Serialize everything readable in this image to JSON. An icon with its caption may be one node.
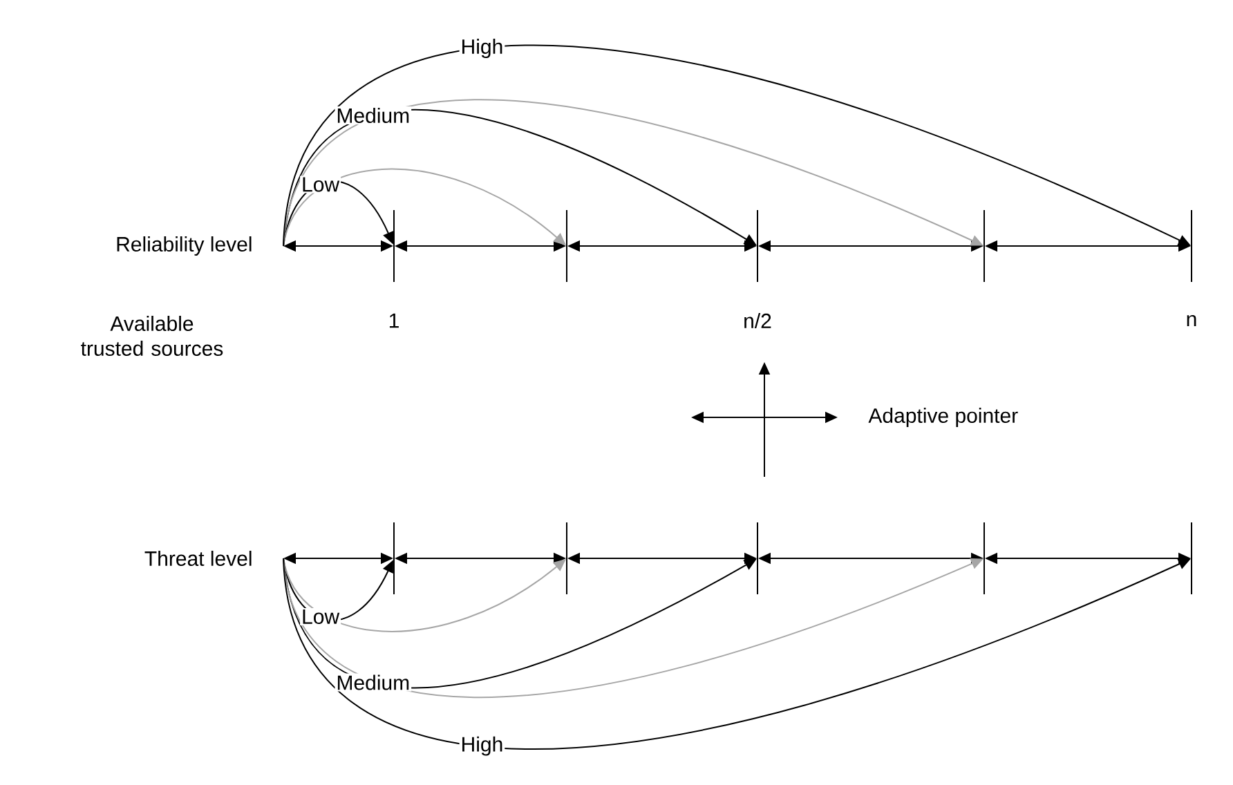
{
  "diagram": {
    "nodes": [
      {
        "text": [
          "Reliability level"
        ]
      },
      {
        "text": [],
        "shape": "bar"
      },
      {
        "text": [],
        "shape": "bar"
      },
      {
        "text": [],
        "shape": "bar"
      },
      {
        "text": [],
        "shape": "bar"
      },
      {
        "text": [],
        "shape": "bar"
      },
      {
        "text": [
          "Threat level"
        ]
      },
      {
        "text": [],
        "shape": "bar"
      },
      {
        "text": [],
        "shape": "bar"
      },
      {
        "text": [],
        "shape": "bar"
      },
      {
        "text": [],
        "shape": "bar"
      },
      {
        "text": [],
        "shape": "bar"
      }
    ],
    "edges": [
      {
        "from": 0,
        "to": 1,
        "arrow": "both"
      },
      {
        "from": 1,
        "to": 2,
        "arrow": "both"
      },
      {
        "from": 2,
        "to": 3,
        "arrow": "both"
      },
      {
        "from": 3,
        "to": 4,
        "arrow": "both"
      },
      {
        "from": 4,
        "to": 5,
        "arrow": "both"
      },
      {
        "from": 0,
        "to": 1,
        "arrow": "to",
        "label": "Low"
      },
      {
        "from": 0,
        "to": 2,
        "arrow": "to",
        "color": "#a6a6a6"
      },
      {
        "from": 0,
        "to": 3,
        "arrow": "to",
        "label": "Medium"
      },
      {
        "from": 0,
        "to": 4,
        "arrow": "to",
        "color": "#a6a6a6"
      },
      {
        "from": 0,
        "to": 5,
        "arrow": "to",
        "label": "High"
      },
      {
        "from": 6,
        "to": 7,
        "arrow": "both"
      },
      {
        "from": 7,
        "to": 8,
        "arrow": "both"
      },
      {
        "from": 8,
        "to": 9,
        "arrow": "both"
      },
      {
        "from": 9,
        "to": 10,
        "arrow": "both"
      },
      {
        "from": 10,
        "to": 11,
        "arrow": "both"
      },
      {
        "from": 6,
        "to": 7,
        "arrow": "to",
        "label": "Low"
      },
      {
        "from": 6,
        "to": 8,
        "arrow": "to",
        "color": "#a6a6a6"
      },
      {
        "from": 6,
        "to": 9,
        "arrow": "to",
        "label": "Medium"
      },
      {
        "from": 6,
        "to": 10,
        "arrow": "to",
        "color": "#a6a6a6"
      },
      {
        "from": 6,
        "to": 11,
        "arrow": "to",
        "label": "High"
      }
    ],
    "labels": [
      "Available trusted sources",
      "1",
      "n/2",
      "n",
      "Adaptive pointer"
    ]
  }
}
